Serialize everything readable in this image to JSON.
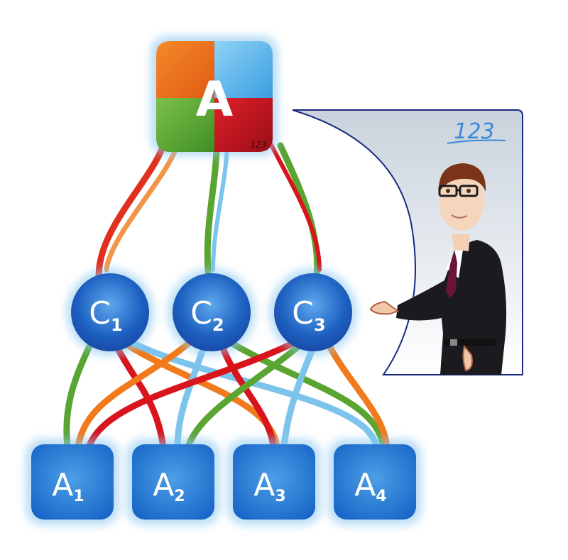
{
  "top_node": {
    "label": "A",
    "watermark": "123"
  },
  "circle_nodes": [
    {
      "main": "C",
      "sub": "1"
    },
    {
      "main": "C",
      "sub": "2"
    },
    {
      "main": "C",
      "sub": "3"
    }
  ],
  "bottom_nodes": [
    {
      "main": "A",
      "sub": "1"
    },
    {
      "main": "A",
      "sub": "2"
    },
    {
      "main": "A",
      "sub": "3"
    },
    {
      "main": "A",
      "sub": "4"
    }
  ],
  "panel": {
    "logo_text": "123"
  },
  "colors": {
    "node_blue": "#1b6fc9",
    "node_blue_light": "#5fb4f0",
    "orange": "#f07a1c",
    "red": "#d8141c",
    "green": "#5aa531",
    "sky": "#7cc4ec",
    "panel_border": "#1a2a80"
  }
}
